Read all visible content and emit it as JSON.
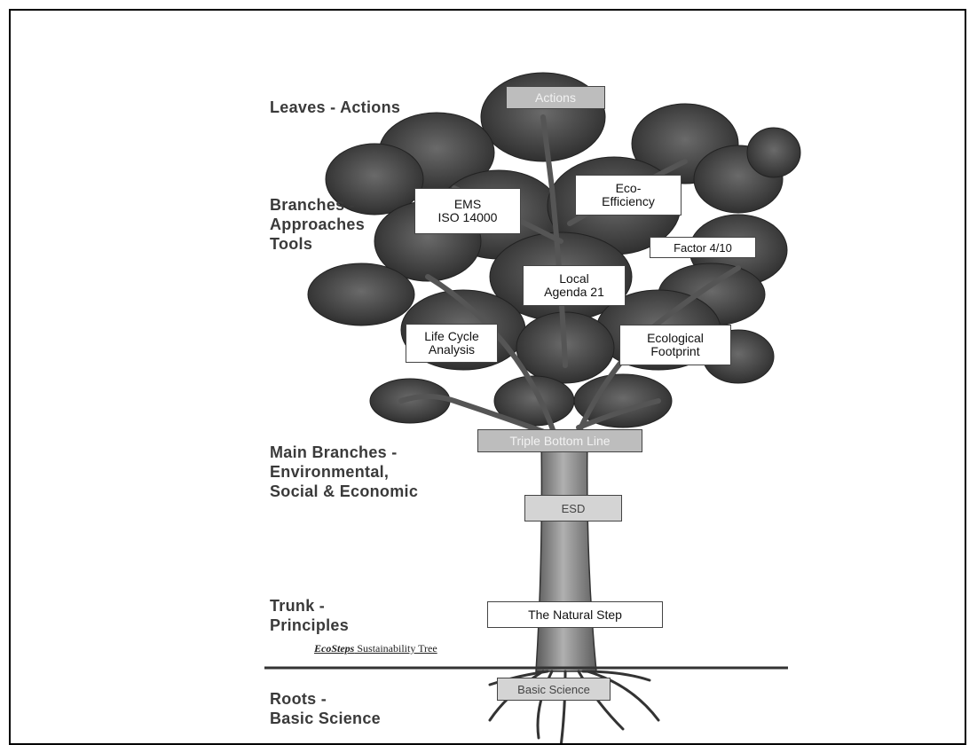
{
  "labels": {
    "leaves": "Leaves - Actions",
    "branches": "Branches -\nApproaches\n         Tools",
    "main_branches": "Main Branches -\nEnvironmental,\nSocial & Economic",
    "trunk": "Trunk -\nPrinciples",
    "roots": "Roots -\nBasic Science"
  },
  "boxes": {
    "actions": "Actions",
    "ems": "EMS\nISO 14000",
    "eco_efficiency": "Eco-\nEfficiency",
    "factor": "Factor 4/10",
    "local_agenda": "Local\nAgenda 21",
    "life_cycle": "Life Cycle\nAnalysis",
    "ecological_footprint": "Ecological\nFootprint",
    "triple_bottom_line": "Triple Bottom Line",
    "esd": "ESD",
    "natural_step": "The Natural Step",
    "basic_science": "Basic Science"
  },
  "caption": {
    "brand": "EcoSteps",
    "text": " Sustainability Tree"
  },
  "colors": {
    "foliage": "#4a4a4a",
    "trunk": "#8a8a8a",
    "grey_box": "#bdbdbd"
  }
}
